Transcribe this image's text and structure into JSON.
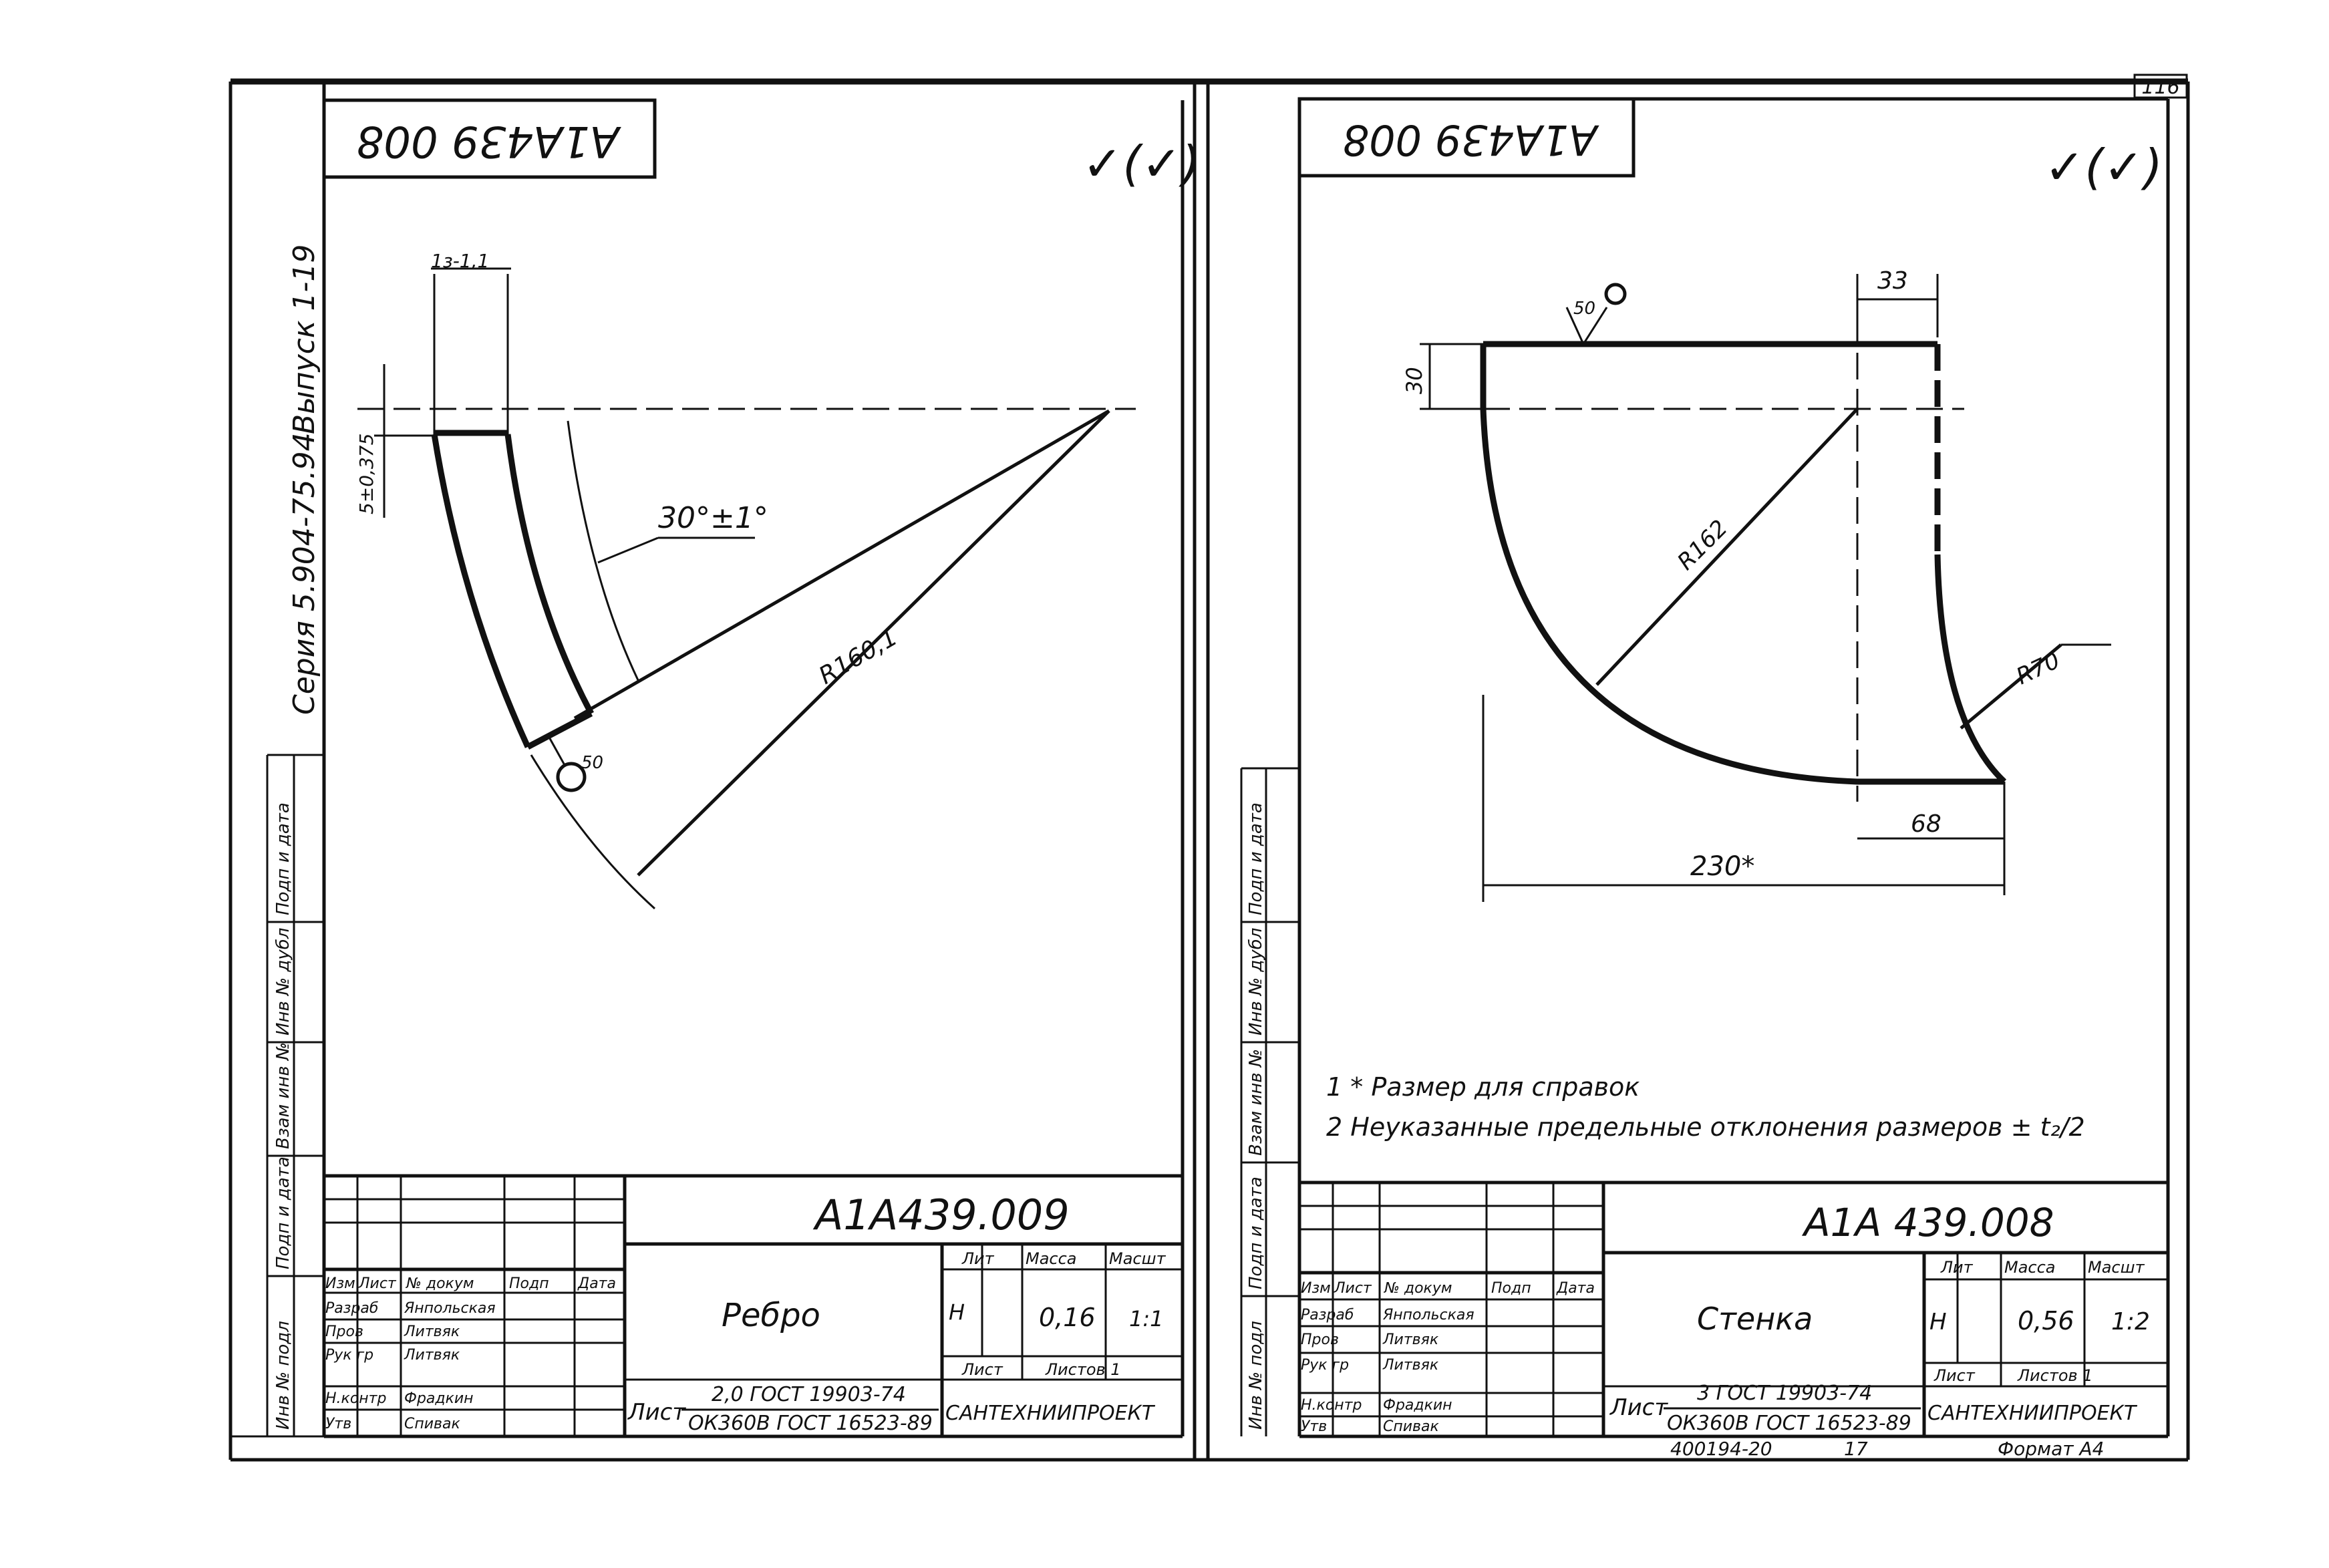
{
  "sheet_number": "116",
  "left": {
    "stamp_code": "А1А439 008",
    "roughness_symbol": "✓(✓)",
    "series_text": "Серия 5.904-75.94",
    "issue_text": "Выпуск 1-19",
    "side_labels": [
      "Инв № подл",
      "Подп и дата",
      "Взам инв №",
      "Инв № дубл",
      "Подп и дата"
    ],
    "dims": {
      "thickness": "1з-1,1",
      "offset": "5±0,375",
      "angle": "30°±1°",
      "radius": "R160,1",
      "weld": "50"
    },
    "title": {
      "doc_code": "А1А439.009",
      "part_name": "Ребро",
      "lit_header": "Лит",
      "mass_header": "Масса",
      "scale_header": "Масшт",
      "lit_value": "Н",
      "mass_value": "0,16",
      "scale_value": "1:1",
      "sheet_label": "Лист",
      "sheets_label": "Листов 1",
      "material_label": "Лист",
      "material_line1": "2,0 ГОСТ 19903-74",
      "material_line2": "ОК360В ГОСТ 16523-89",
      "org": "САНТЕХНИИПРОЕКТ",
      "cols": [
        "Изм",
        "Лист",
        "№ докум",
        "Подп",
        "Дата"
      ],
      "roles": [
        {
          "role": "Разраб",
          "name": "Янпольская"
        },
        {
          "role": "Пров",
          "name": "Литвяк"
        },
        {
          "role": "Рук гр",
          "name": "Литвяк"
        },
        {
          "role": "Н.контр",
          "name": "Фрадкин"
        },
        {
          "role": "Утв",
          "name": "Спивак"
        }
      ]
    }
  },
  "right": {
    "stamp_code": "А1А439 008",
    "roughness_symbol": "✓(✓)",
    "side_labels": [
      "Инв № подл",
      "Подп и дата",
      "Взам инв №",
      "Инв № дубл",
      "Подп и дата"
    ],
    "dims": {
      "width_top": "33",
      "height_top": "30",
      "radius_big": "R162",
      "radius_small": "R70",
      "bottom_small": "68",
      "overall": "230*",
      "weld": "50"
    },
    "notes": [
      "1 * Размер для справок",
      "2 Неуказанные предельные отклонения размеров ± t₂/2"
    ],
    "title": {
      "doc_code": "А1А 439.008",
      "part_name": "Стенка",
      "lit_header": "Лит",
      "mass_header": "Масса",
      "scale_header": "Масшт",
      "lit_value": "Н",
      "mass_value": "0,56",
      "scale_value": "1:2",
      "sheet_label": "Лист",
      "sheets_label": "Листов 1",
      "material_label": "Лист",
      "material_line1": "3 ГОСТ 19903-74",
      "material_line2": "ОК360В ГОСТ 16523-89",
      "org": "САНТЕХНИИПРОЕКТ",
      "cols": [
        "Изм",
        "Лист",
        "№ докум",
        "Подп",
        "Дата"
      ],
      "roles": [
        {
          "role": "Разраб",
          "name": "Янпольская"
        },
        {
          "role": "Пров",
          "name": "Литвяк"
        },
        {
          "role": "Рук гр",
          "name": "Литвяк"
        },
        {
          "role": "Н.контр",
          "name": "Фрадкин"
        },
        {
          "role": "Утв",
          "name": "Спивак"
        }
      ]
    },
    "footer_code": "400194-20",
    "footer_num": "17",
    "format": "Формат А4"
  }
}
